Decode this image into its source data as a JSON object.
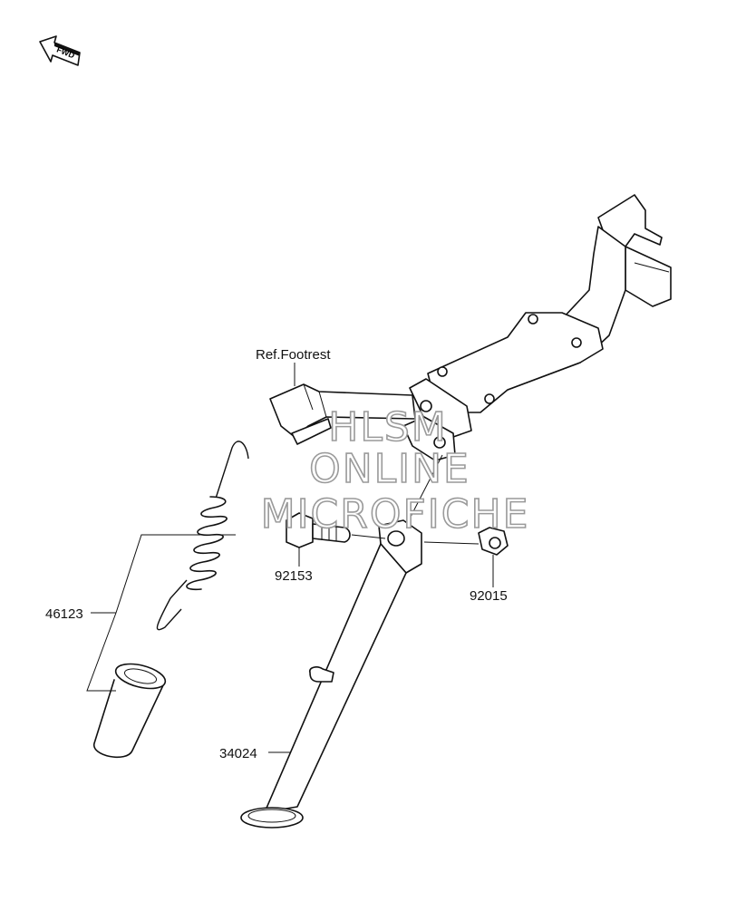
{
  "labels": {
    "ref_footrest": "Ref.Footrest",
    "part_46123": "46123",
    "part_92153": "92153",
    "part_92015": "92015",
    "part_34024": "34024"
  },
  "fwd_arrow": {
    "text": "FWD",
    "icon": "forward-arrow-icon"
  },
  "watermark": {
    "line1": "HLSM",
    "line2": "ONLINE",
    "line3": "MICROFICHE"
  },
  "colors": {
    "line": "#111111",
    "watermark_stroke": "#9a9a9a",
    "background": "#ffffff"
  }
}
